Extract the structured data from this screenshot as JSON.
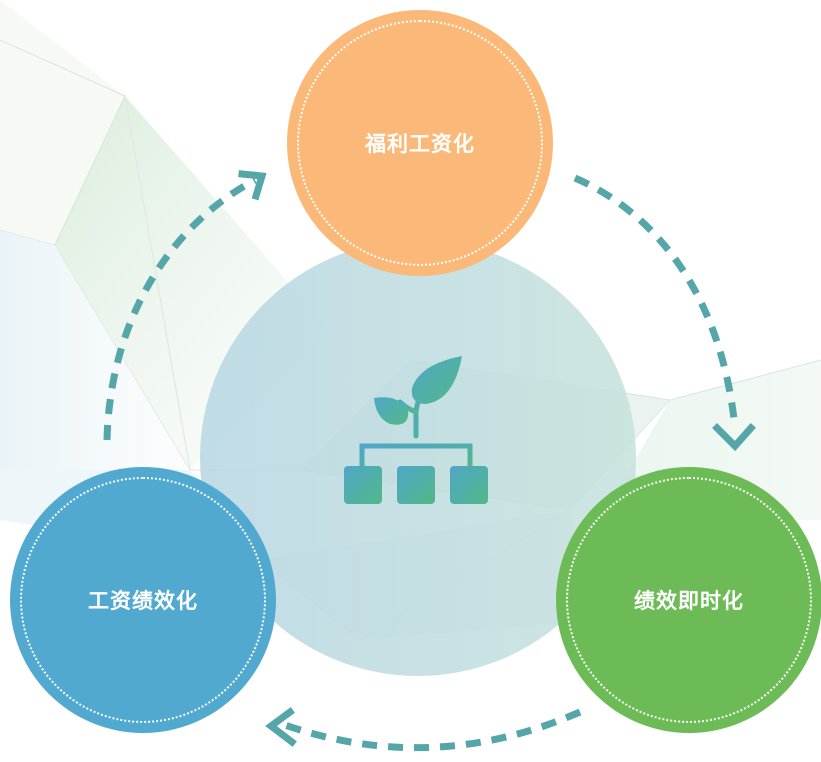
{
  "diagram": {
    "center": {
      "icon": "plant-hierarchy-icon"
    },
    "nodes": [
      {
        "id": "top",
        "label": "福利工资化",
        "color": "#FBB979"
      },
      {
        "id": "right",
        "label": "绩效即时化",
        "color": "#6DBB57"
      },
      {
        "id": "left",
        "label": "工资绩效化",
        "color": "#52A9D0"
      }
    ],
    "arrows": [
      {
        "from": "top",
        "to": "right",
        "style": "dashed"
      },
      {
        "from": "right",
        "to": "left",
        "style": "dashed"
      },
      {
        "from": "left",
        "to": "top",
        "style": "dashed"
      }
    ],
    "colors": {
      "arrow": "#55A6A8",
      "center_circle": "#BBD8DD",
      "icon_gradient_start": "#4FA6C8",
      "icon_gradient_end": "#52B887"
    }
  }
}
